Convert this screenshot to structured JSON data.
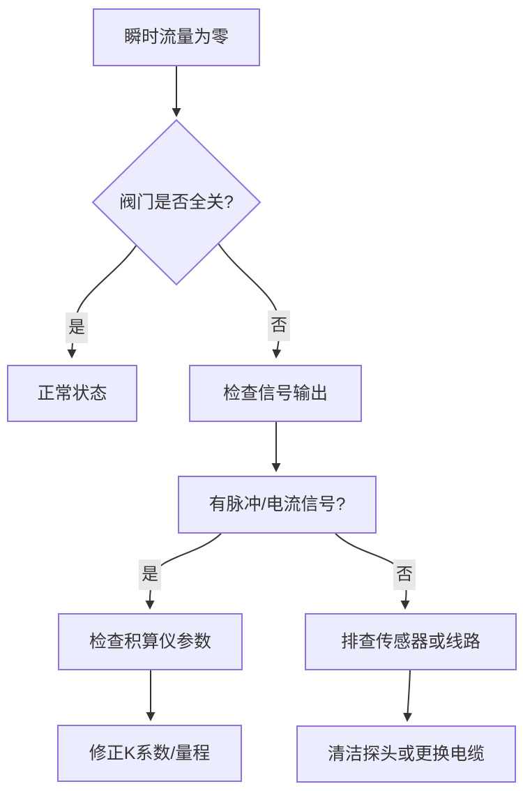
{
  "diagram": {
    "type": "flowchart",
    "direction": "top-down",
    "colors": {
      "node_fill": "#ECECFF",
      "node_border": "#9370DB",
      "edge_color": "#333333",
      "text_color": "#333333",
      "edge_label_bg": "#e8e8e8",
      "background": "#ffffff"
    },
    "nodes": [
      {
        "id": "start",
        "shape": "rect",
        "label": "瞬时流量为零"
      },
      {
        "id": "valve",
        "shape": "diamond",
        "label": "阀门是否全关?"
      },
      {
        "id": "normal",
        "shape": "rect",
        "label": "正常状态"
      },
      {
        "id": "checkSignal",
        "shape": "rect",
        "label": "检查信号输出"
      },
      {
        "id": "pulse",
        "shape": "rect",
        "label": "有脉冲/电流信号?"
      },
      {
        "id": "totalizer",
        "shape": "rect",
        "label": "检查积算仪参数"
      },
      {
        "id": "sensor",
        "shape": "rect",
        "label": "排查传感器或线路"
      },
      {
        "id": "kfactor",
        "shape": "rect",
        "label": "修正K系数/量程"
      },
      {
        "id": "cable",
        "shape": "rect",
        "label": "清洁探头或更换电缆"
      }
    ],
    "edges": [
      {
        "from": "start",
        "to": "valve",
        "label": ""
      },
      {
        "from": "valve",
        "to": "normal",
        "label": "是"
      },
      {
        "from": "valve",
        "to": "checkSignal",
        "label": "否"
      },
      {
        "from": "checkSignal",
        "to": "pulse",
        "label": ""
      },
      {
        "from": "pulse",
        "to": "totalizer",
        "label": "是"
      },
      {
        "from": "pulse",
        "to": "sensor",
        "label": "否"
      },
      {
        "from": "totalizer",
        "to": "kfactor",
        "label": ""
      },
      {
        "from": "sensor",
        "to": "cable",
        "label": ""
      }
    ]
  }
}
